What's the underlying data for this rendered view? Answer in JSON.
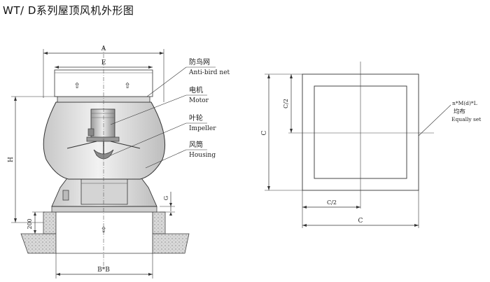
{
  "title": "WT/ D系列屋顶风机外形图",
  "dims": {
    "A": "A",
    "E": "E",
    "H": "H",
    "G": "G",
    "d200": "200",
    "BB": "B*B",
    "C": "C",
    "C_half": "C/2"
  },
  "arrow_symbol": "⇧",
  "labels": {
    "anti_bird_cn": "防鸟网",
    "anti_bird_en": "Anti-bird net",
    "motor_cn": "电机",
    "motor_en": "Motor",
    "impeller_cn": "叶轮",
    "impeller_en": "Impeller",
    "housing_cn": "风筒",
    "housing_en": "Housing",
    "bolt_spec": "n*M(d)*L",
    "equal_cn": "均布",
    "equal_en": "Equally set"
  }
}
